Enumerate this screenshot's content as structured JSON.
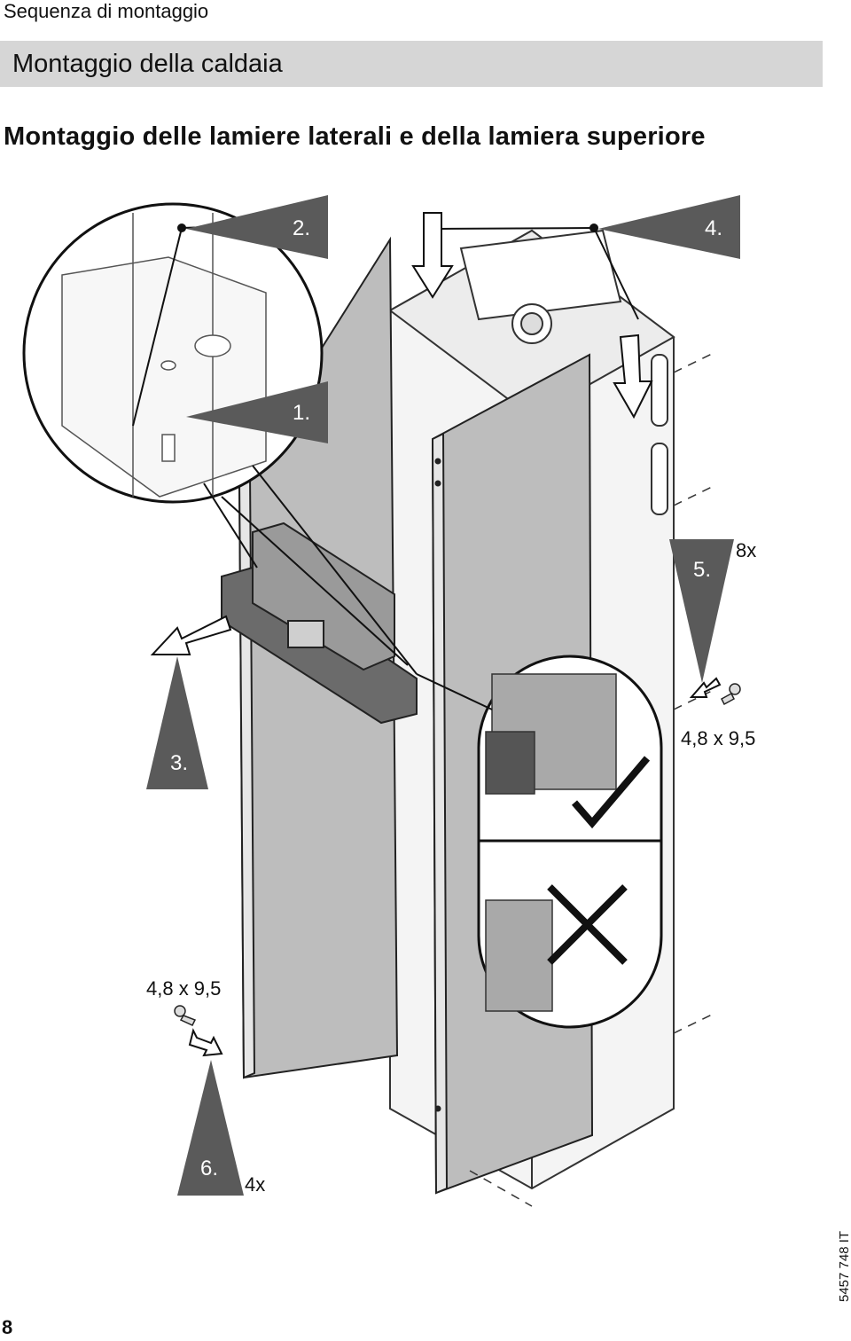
{
  "header": {
    "running_head": "Sequenza di montaggio",
    "section_title": "Montaggio della caldaia"
  },
  "main": {
    "heading": "Montaggio delle lamiere laterali e della lamiera superiore"
  },
  "figure": {
    "steps": [
      "1.",
      "2.",
      "3.",
      "4.",
      "5.",
      "6."
    ],
    "screw_size_right": "4,8 x 9,5",
    "screw_count_right": "8x",
    "screw_size_left": "4,8 x 9,5",
    "screw_count_left": "4x",
    "correct_icon": "check-icon",
    "wrong_icon": "cross-icon"
  },
  "footer": {
    "doc_code": "5457 748 IT",
    "page_number": "8"
  }
}
